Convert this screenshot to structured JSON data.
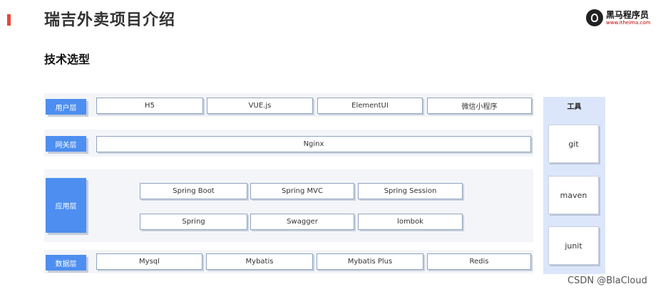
{
  "header": {
    "title": "瑞吉外卖项目介绍",
    "subtitle": "技术选型",
    "logo_brand": "黑马程序员",
    "logo_url": "www.itheima.com"
  },
  "layers": {
    "user": {
      "label": "用户层",
      "items": [
        "H5",
        "VUE.js",
        "ElementUI",
        "微信小程序"
      ]
    },
    "gateway": {
      "label": "网关层",
      "items": [
        "Nginx"
      ]
    },
    "app": {
      "label": "应用层",
      "items": [
        "Spring Boot",
        "Spring MVC",
        "Spring Session",
        "Spring",
        "Swagger",
        "lombok"
      ]
    },
    "data": {
      "label": "数据层",
      "items": [
        "Mysql",
        "Mybatis",
        "Mybatis Plus",
        "Redis"
      ]
    }
  },
  "tools": {
    "title": "工具",
    "items": [
      "git",
      "maven",
      "junit"
    ]
  },
  "watermark": "CSDN @BlaCloud",
  "colors": {
    "accent": "#e8473a",
    "layer_label": "#4d8ef0",
    "tools_panel": "#dce6fa",
    "band": "#f4f5f9"
  }
}
